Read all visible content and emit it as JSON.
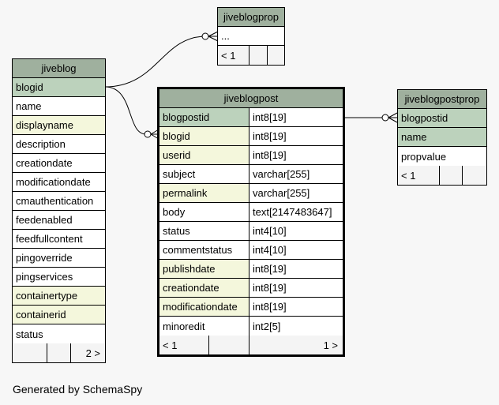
{
  "footer": "Generated by SchemaSpy",
  "jiveblogprop": {
    "title": "jiveblogprop",
    "row1": "...",
    "foot_left": "< 1"
  },
  "jiveblog": {
    "title": "jiveblog",
    "columns": [
      {
        "name": "blogid",
        "kind": "pk"
      },
      {
        "name": "name",
        "kind": "plain"
      },
      {
        "name": "displayname",
        "kind": "fk"
      },
      {
        "name": "description",
        "kind": "plain"
      },
      {
        "name": "creationdate",
        "kind": "plain"
      },
      {
        "name": "modificationdate",
        "kind": "plain"
      },
      {
        "name": "cmauthentication",
        "kind": "plain"
      },
      {
        "name": "feedenabled",
        "kind": "plain"
      },
      {
        "name": "feedfullcontent",
        "kind": "plain"
      },
      {
        "name": "pingoverride",
        "kind": "plain"
      },
      {
        "name": "pingservices",
        "kind": "plain"
      },
      {
        "name": "containertype",
        "kind": "fk"
      },
      {
        "name": "containerid",
        "kind": "fk"
      },
      {
        "name": "status",
        "kind": "plain"
      }
    ],
    "foot_right": "2 >"
  },
  "jiveblogpost": {
    "title": "jiveblogpost",
    "columns": [
      {
        "name": "blogpostid",
        "type": "int8[19]",
        "kind": "pk"
      },
      {
        "name": "blogid",
        "type": "int8[19]",
        "kind": "fk"
      },
      {
        "name": "userid",
        "type": "int8[19]",
        "kind": "fk"
      },
      {
        "name": "subject",
        "type": "varchar[255]",
        "kind": "plain"
      },
      {
        "name": "permalink",
        "type": "varchar[255]",
        "kind": "fk"
      },
      {
        "name": "body",
        "type": "text[2147483647]",
        "kind": "plain"
      },
      {
        "name": "status",
        "type": "int4[10]",
        "kind": "plain"
      },
      {
        "name": "commentstatus",
        "type": "int4[10]",
        "kind": "plain"
      },
      {
        "name": "publishdate",
        "type": "int8[19]",
        "kind": "fk"
      },
      {
        "name": "creationdate",
        "type": "int8[19]",
        "kind": "fk"
      },
      {
        "name": "modificationdate",
        "type": "int8[19]",
        "kind": "fk"
      },
      {
        "name": "minoredit",
        "type": "int2[5]",
        "kind": "plain"
      }
    ],
    "foot_left": "< 1",
    "foot_right": "1 >"
  },
  "jiveblogpostprop": {
    "title": "jiveblogpostprop",
    "columns": [
      {
        "name": "blogpostid",
        "kind": "pk"
      },
      {
        "name": "name",
        "kind": "pk"
      },
      {
        "name": "propvalue",
        "kind": "plain"
      }
    ],
    "foot_left": "< 1"
  }
}
